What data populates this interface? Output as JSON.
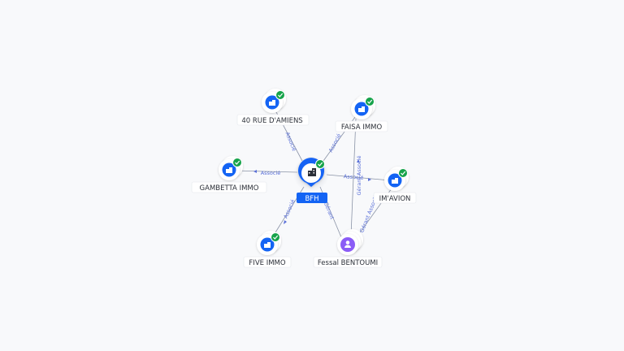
{
  "colors": {
    "company": "#1464f4",
    "person": "#8b5cf6",
    "verified": "#16a34a",
    "edge": "#8a93a6",
    "edge_label": "#5a70d8"
  },
  "center": {
    "label": "BFH",
    "icon": "building-icon",
    "verified": true
  },
  "nodes": [
    {
      "id": "rue",
      "label": "40 RUE D'AMIENS",
      "type": "company",
      "icon": "building-icon",
      "verified": true
    },
    {
      "id": "faisa",
      "label": "FAISA IMMO",
      "type": "company",
      "icon": "building-icon",
      "verified": true
    },
    {
      "id": "gambetta",
      "label": "GAMBETTA IMMO",
      "type": "company",
      "icon": "building-icon",
      "verified": true
    },
    {
      "id": "imavion",
      "label": "IM'AVION",
      "type": "company",
      "icon": "building-icon",
      "verified": true
    },
    {
      "id": "five",
      "label": "FIVE IMMO",
      "type": "company",
      "icon": "building-icon",
      "verified": true
    },
    {
      "id": "fessal",
      "label": "Fessal BENTOUMI",
      "type": "person",
      "icon": "person-icon",
      "verified": false
    }
  ],
  "edges": [
    {
      "from": "center",
      "to": "rue",
      "label": "Associé"
    },
    {
      "from": "center",
      "to": "faisa",
      "label": "Associé"
    },
    {
      "from": "center",
      "to": "gambetta",
      "label": "Associé"
    },
    {
      "from": "center",
      "to": "imavion",
      "label": "Associé"
    },
    {
      "from": "center",
      "to": "five",
      "label": "Associé"
    },
    {
      "from": "center",
      "to": "fessal",
      "label": "Gérant"
    },
    {
      "from": "fessal",
      "to": "faisa",
      "label": "Gérant Associé"
    },
    {
      "from": "fessal",
      "to": "imavion",
      "label": "Gérant Associé"
    }
  ]
}
